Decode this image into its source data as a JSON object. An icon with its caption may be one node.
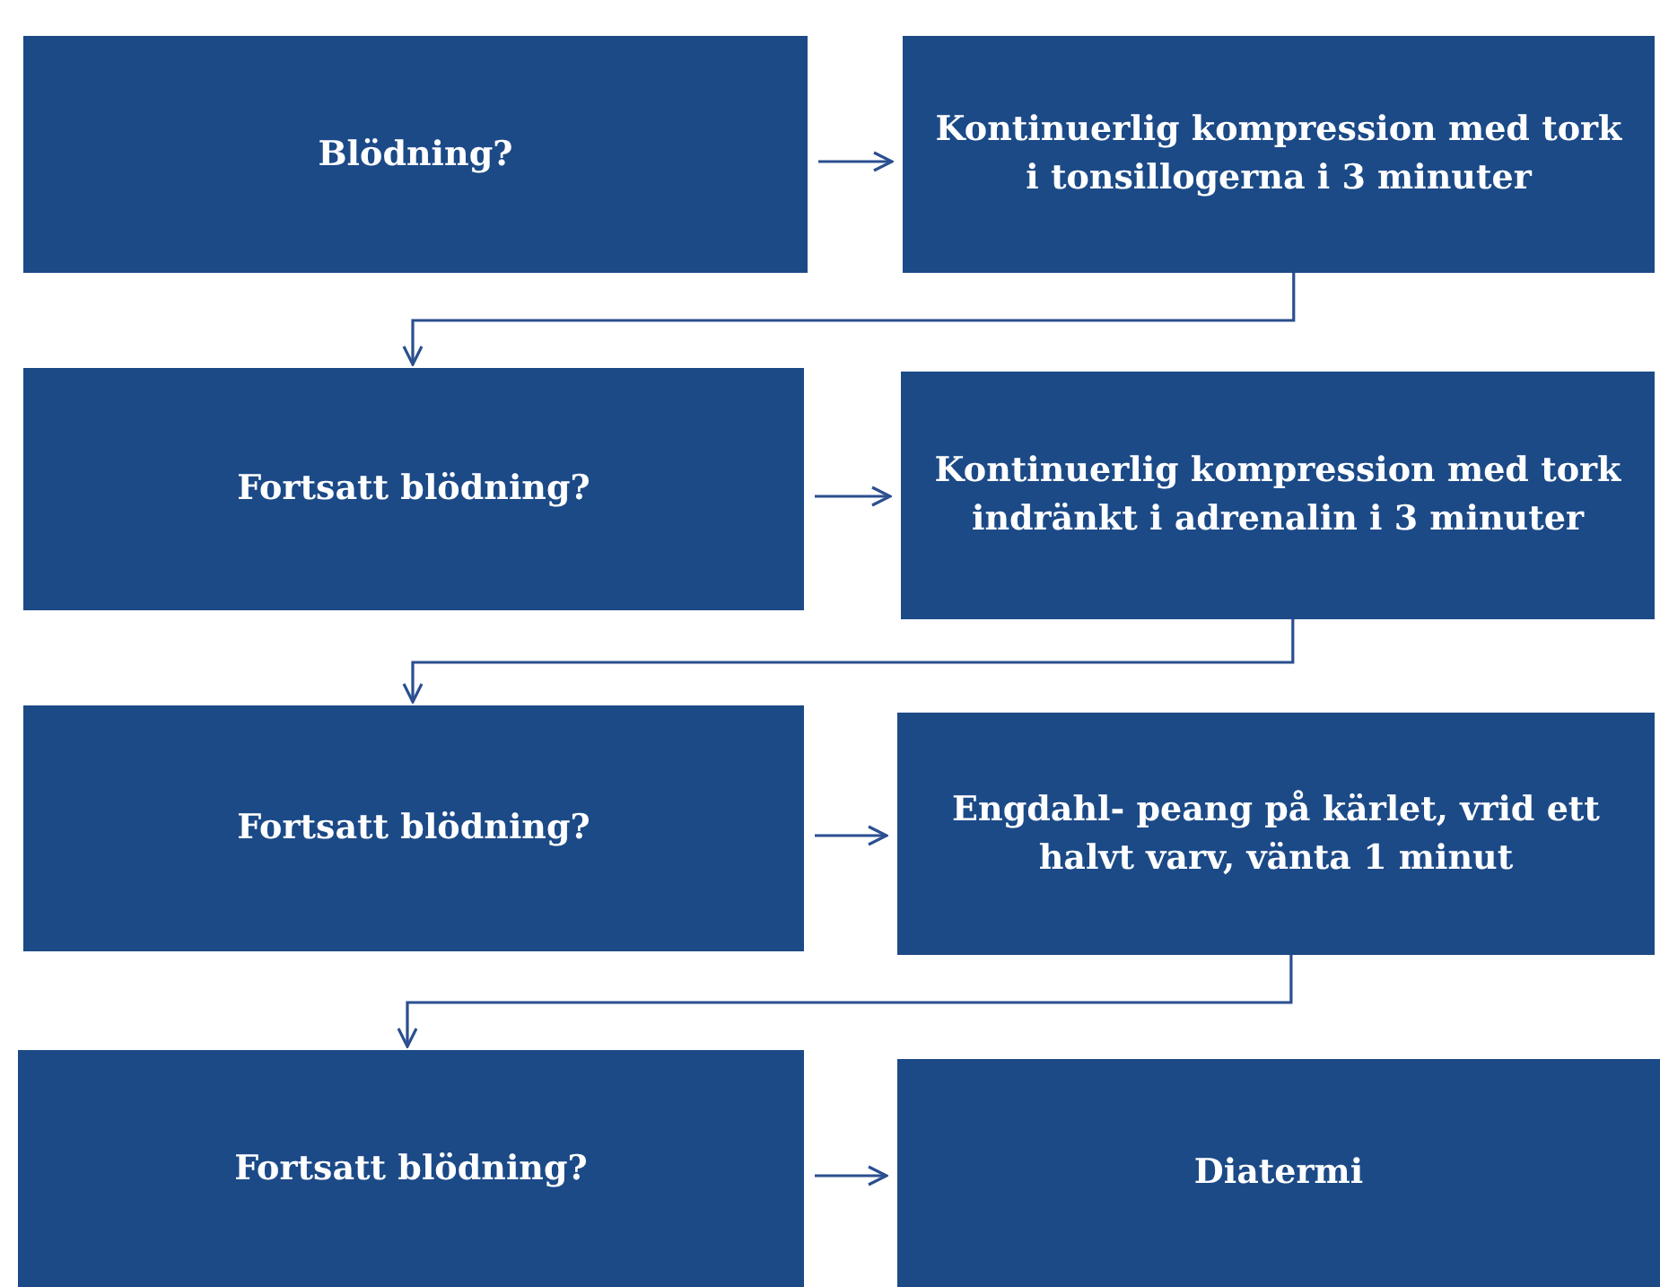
{
  "diagram": {
    "nodes": [
      {
        "text": [
          "Blödning?"
        ]
      },
      {
        "text": [
          "Kontinuerlig kompression med tork i tonsillogerna i 3 minuter"
        ]
      },
      {
        "text": [
          "Fortsatt blödning?"
        ]
      },
      {
        "text": [
          "Kontinuerlig kompression med tork indränkt i adrenalin i 3 minuter"
        ]
      },
      {
        "text": [
          "Fortsatt blödning?"
        ]
      },
      {
        "text": [
          "Engdahl- peang på kärlet, vrid ett halvt varv, vänta 1 minut"
        ]
      },
      {
        "text": [
          "Fortsatt blödning?"
        ]
      },
      {
        "text": [
          "Diatermi"
        ]
      }
    ],
    "edges": [
      {
        "from": 0,
        "to": 1,
        "arrow": "to"
      },
      {
        "from": 1,
        "to": 2,
        "arrow": "to"
      },
      {
        "from": 2,
        "to": 3,
        "arrow": "to"
      },
      {
        "from": 3,
        "to": 4,
        "arrow": "to"
      },
      {
        "from": 4,
        "to": 5,
        "arrow": "to"
      },
      {
        "from": 5,
        "to": 6,
        "arrow": "to"
      },
      {
        "from": 6,
        "to": 7,
        "arrow": "to"
      }
    ]
  }
}
